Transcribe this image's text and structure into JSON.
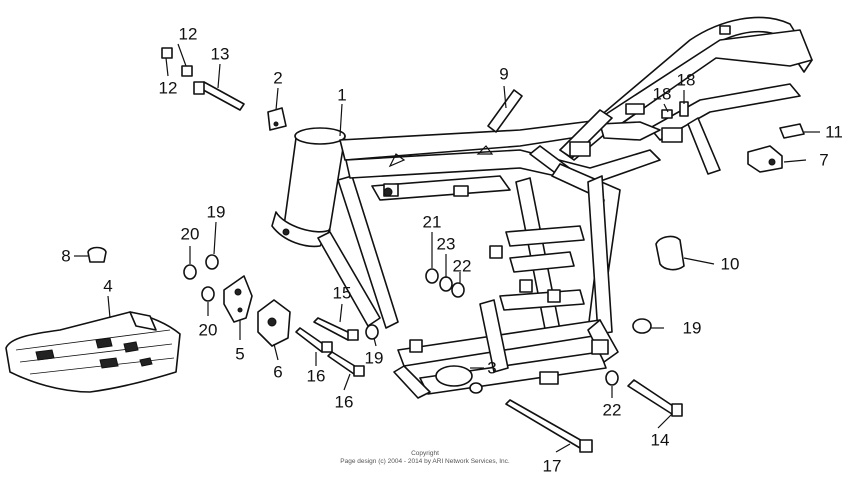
{
  "callouts": [
    {
      "id": "c1",
      "label": "1"
    },
    {
      "id": "c2",
      "label": "2"
    },
    {
      "id": "c3",
      "label": "3"
    },
    {
      "id": "c4",
      "label": "4"
    },
    {
      "id": "c5",
      "label": "5"
    },
    {
      "id": "c6",
      "label": "6"
    },
    {
      "id": "c7",
      "label": "7"
    },
    {
      "id": "c8",
      "label": "8"
    },
    {
      "id": "c9",
      "label": "9"
    },
    {
      "id": "c10",
      "label": "10"
    },
    {
      "id": "c11",
      "label": "11"
    },
    {
      "id": "c12a",
      "label": "12"
    },
    {
      "id": "c12b",
      "label": "12"
    },
    {
      "id": "c13",
      "label": "13"
    },
    {
      "id": "c14",
      "label": "14"
    },
    {
      "id": "c15",
      "label": "15"
    },
    {
      "id": "c16a",
      "label": "16"
    },
    {
      "id": "c16b",
      "label": "16"
    },
    {
      "id": "c17",
      "label": "17"
    },
    {
      "id": "c18a",
      "label": "18"
    },
    {
      "id": "c18b",
      "label": "18"
    },
    {
      "id": "c19a",
      "label": "19"
    },
    {
      "id": "c19b",
      "label": "19"
    },
    {
      "id": "c19c",
      "label": "19"
    },
    {
      "id": "c20a",
      "label": "20"
    },
    {
      "id": "c20b",
      "label": "20"
    },
    {
      "id": "c21",
      "label": "21"
    },
    {
      "id": "c22a",
      "label": "22"
    },
    {
      "id": "c22b",
      "label": "22"
    },
    {
      "id": "c23",
      "label": "23"
    }
  ],
  "copyright": {
    "line1": "Copyright",
    "line2": "Page design (c) 2004 - 2014 by ARI Network Services, Inc."
  }
}
